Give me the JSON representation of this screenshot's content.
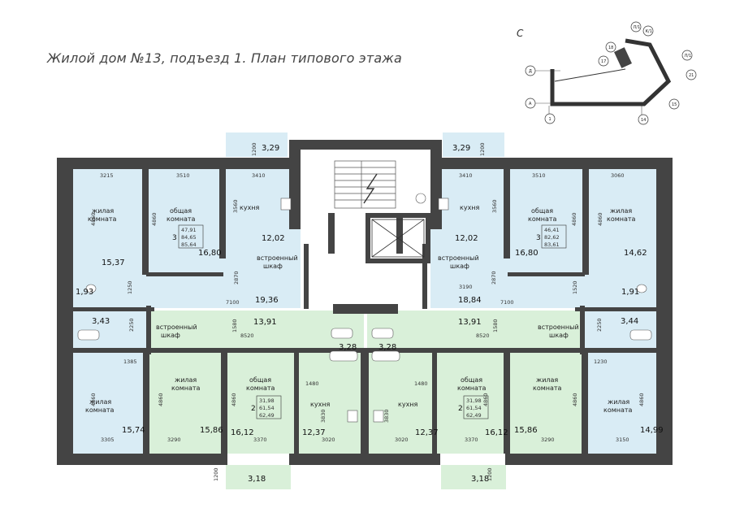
{
  "title": "Жилой дом №13, подъезд 1. План типового этажа",
  "north_label": "С",
  "colors": {
    "blue_room": "#d9ecf5",
    "green_room": "#d9f0d9",
    "wall": "#444444"
  },
  "labels": {
    "living": [
      "жилая",
      "комната"
    ],
    "common": [
      "общая",
      "комната"
    ],
    "kitchen": "кухня",
    "closet": [
      "встроенный",
      "шкаф"
    ]
  },
  "areas": {
    "a1": "15,37",
    "a2": "16,80",
    "a3": "12,02",
    "a4": "1,93",
    "a5": "3,43",
    "a6": "19,36",
    "a7": "13,91",
    "a8": "15,74",
    "a9": "15,86",
    "a10": "16,12",
    "a11": "12,37",
    "a12": "3,28",
    "a13": "3,18",
    "a14": "3,29",
    "b1": "14,62",
    "b2": "16,80",
    "b3": "12,02",
    "b4": "1,91",
    "b5": "3,44",
    "b6": "18,84",
    "b7": "13,91",
    "b8": "14,99",
    "b9": "15,86",
    "b10": "16,12",
    "b11": "12,37",
    "b12": "3,28",
    "b13": "3,18",
    "b14": "3,29"
  },
  "apartments": {
    "tl": {
      "rooms": "3",
      "v1": "47,91",
      "v2": "84,65",
      "v3": "85,64"
    },
    "tr": {
      "rooms": "3",
      "v1": "46,41",
      "v2": "82,62",
      "v3": "83,61"
    },
    "bl": {
      "rooms": "2",
      "v1": "31,98",
      "v2": "61,54",
      "v3": "62,49"
    },
    "br": {
      "rooms": "2",
      "v1": "31,98",
      "v2": "61,54",
      "v3": "62,49"
    }
  },
  "dims": {
    "d3215": "3215",
    "d3510": "3510",
    "d3410": "3410",
    "d3060": "3060",
    "d4860": "4860",
    "d3560": "3560",
    "d2870": "2870",
    "d7100": "7100",
    "d1580": "1580",
    "d8520": "8520",
    "d3190": "3190",
    "d1520": "1520",
    "d1385": "1385",
    "d1230": "1230",
    "d3305": "3305",
    "d3290": "3290",
    "d3370": "3370",
    "d3020": "3020",
    "d3830": "3830",
    "d1480": "1480",
    "d3150": "3150",
    "d1200": "1200",
    "d1250": "1250",
    "d2250": "2250"
  },
  "keyplan": {
    "axes": [
      "Л/1",
      "К/1",
      "18",
      "17",
      "Л/1",
      "21",
      "Д",
      "А",
      "1",
      "14",
      "15"
    ]
  }
}
